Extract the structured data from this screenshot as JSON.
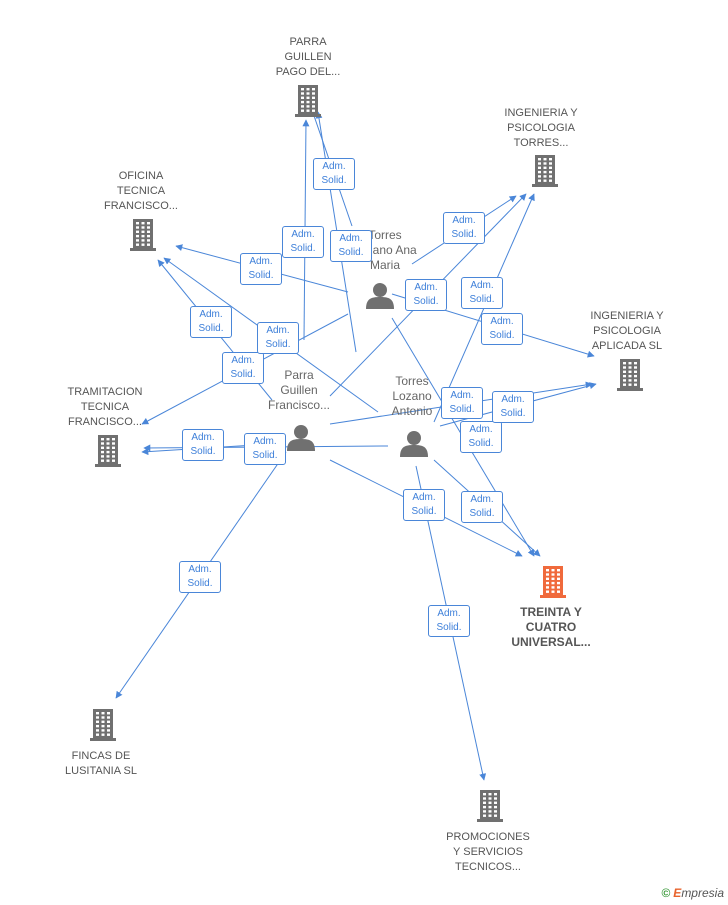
{
  "colors": {
    "edge": "#4a86d8",
    "company": "#707070",
    "highlight": "#f06a3c",
    "person": "#707070"
  },
  "companies": [
    {
      "id": "parra-guillen-pago",
      "lines": [
        "PARRA",
        "GUILLEN",
        "PAGO DEL..."
      ],
      "icon": "building-icon",
      "highlight": false
    },
    {
      "id": "ingenieria-torres",
      "lines": [
        "INGENIERIA Y",
        "PSICOLOGIA",
        "TORRES..."
      ],
      "icon": "building-icon",
      "highlight": false
    },
    {
      "id": "oficina-tecnica",
      "lines": [
        "OFICINA",
        "TECNICA",
        "FRANCISCO..."
      ],
      "icon": "building-icon",
      "highlight": false
    },
    {
      "id": "ingenieria-aplicada",
      "lines": [
        "INGENIERIA Y",
        "PSICOLOGIA",
        "APLICADA SL"
      ],
      "icon": "building-icon",
      "highlight": false
    },
    {
      "id": "tramitacion-tecnica",
      "lines": [
        "TRAMITACION",
        "TECNICA",
        "FRANCISCO..."
      ],
      "icon": "building-icon",
      "highlight": false
    },
    {
      "id": "treinta-y-cuatro",
      "lines": [
        "TREINTA Y",
        "CUATRO",
        "UNIVERSAL..."
      ],
      "icon": "building-icon",
      "highlight": true
    },
    {
      "id": "fincas-lusitania",
      "lines": [
        "FINCAS DE",
        "LUSITANIA SL"
      ],
      "icon": "building-icon",
      "highlight": false
    },
    {
      "id": "promociones-servicios",
      "lines": [
        "PROMOCIONES",
        "Y SERVICIOS",
        "TECNICOS..."
      ],
      "icon": "building-icon",
      "highlight": false
    }
  ],
  "persons": [
    {
      "id": "torres-lozano-ana",
      "lines": [
        "Torres",
        "Lozano Ana",
        "Maria"
      ],
      "icon": "person-icon"
    },
    {
      "id": "parra-guillen-francisco",
      "lines": [
        "Parra",
        "Guillen",
        "Francisco..."
      ],
      "icon": "person-icon"
    },
    {
      "id": "torres-lozano-antonio",
      "lines": [
        "Torres",
        "Lozano",
        "Antonio"
      ],
      "icon": "person-icon"
    }
  ],
  "relation_label": [
    "Adm.",
    "Solid."
  ],
  "edges": [
    {
      "from": "torres-lozano-ana",
      "to": "parra-guillen-pago",
      "label": [
        "Adm.",
        "Solid."
      ]
    },
    {
      "from": "torres-lozano-ana",
      "to": "ingenieria-torres",
      "label": [
        "Adm.",
        "Solid."
      ]
    },
    {
      "from": "torres-lozano-ana",
      "to": "oficina-tecnica",
      "label": [
        "Adm.",
        "Solid."
      ]
    },
    {
      "from": "torres-lozano-ana",
      "to": "ingenieria-aplicada",
      "label": [
        "Adm.",
        "Solid."
      ]
    },
    {
      "from": "torres-lozano-ana",
      "to": "tramitacion-tecnica",
      "label": [
        "Adm.",
        "Solid."
      ]
    },
    {
      "from": "torres-lozano-ana",
      "to": "treinta-y-cuatro",
      "label": [
        "Adm.",
        "Solid."
      ]
    },
    {
      "from": "parra-guillen-francisco",
      "to": "parra-guillen-pago",
      "label": [
        "Adm.",
        "Solid."
      ]
    },
    {
      "from": "parra-guillen-francisco",
      "to": "oficina-tecnica",
      "label": [
        "Adm.",
        "Solid."
      ]
    },
    {
      "from": "parra-guillen-francisco",
      "to": "tramitacion-tecnica",
      "label": [
        "Adm.",
        "Solid."
      ]
    },
    {
      "from": "parra-guillen-francisco",
      "to": "fincas-lusitania",
      "label": [
        "Adm.",
        "Solid."
      ]
    },
    {
      "from": "parra-guillen-francisco",
      "to": "ingenieria-aplicada",
      "label": [
        "Adm.",
        "Solid."
      ]
    },
    {
      "from": "parra-guillen-francisco",
      "to": "ingenieria-torres",
      "label": [
        "Adm.",
        "Solid."
      ]
    },
    {
      "from": "parra-guillen-francisco",
      "to": "treinta-y-cuatro",
      "label": [
        "Adm.",
        "Solid."
      ]
    },
    {
      "from": "torres-lozano-antonio",
      "to": "parra-guillen-pago",
      "label": [
        "Adm.",
        "Solid."
      ]
    },
    {
      "from": "torres-lozano-antonio",
      "to": "ingenieria-torres",
      "label": [
        "Adm.",
        "Solid."
      ]
    },
    {
      "from": "torres-lozano-antonio",
      "to": "ingenieria-aplicada",
      "label": [
        "Adm.",
        "Solid."
      ]
    },
    {
      "from": "torres-lozano-antonio",
      "to": "tramitacion-tecnica",
      "label": [
        "Adm.",
        "Solid."
      ]
    },
    {
      "from": "torres-lozano-antonio",
      "to": "oficina-tecnica",
      "label": [
        "Adm.",
        "Solid."
      ]
    },
    {
      "from": "torres-lozano-antonio",
      "to": "treinta-y-cuatro",
      "label": [
        "Adm.",
        "Solid."
      ]
    },
    {
      "from": "torres-lozano-antonio",
      "to": "promociones-servicios",
      "label": [
        "Adm.",
        "Solid."
      ]
    }
  ],
  "footer": {
    "copyright": "©",
    "brand_initial": "E",
    "brand_rest": "mpresia"
  }
}
